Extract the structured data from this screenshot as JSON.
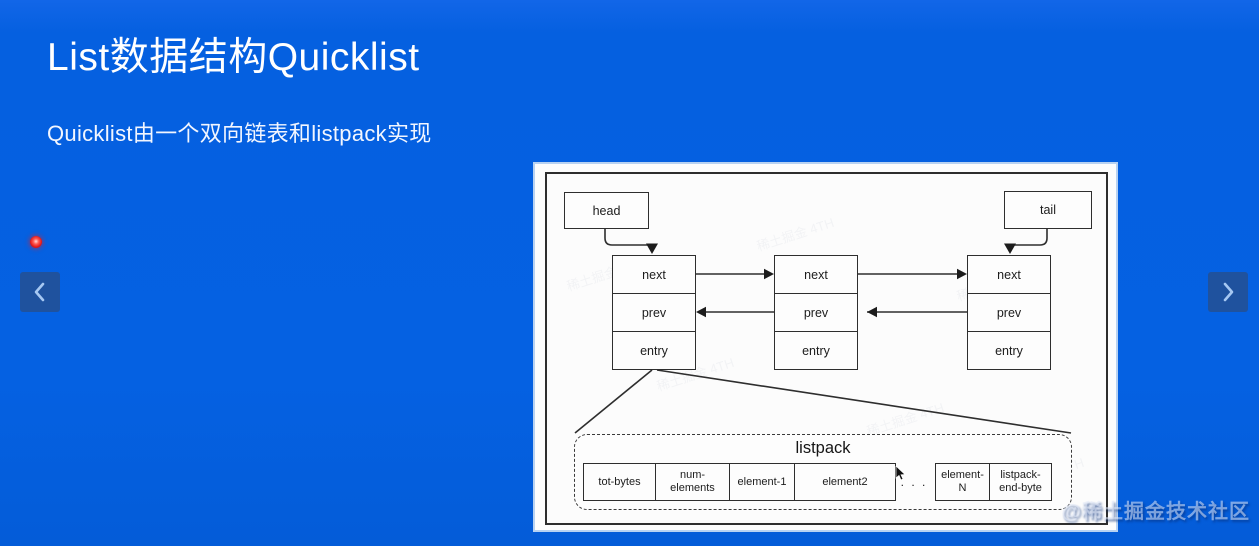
{
  "slide": {
    "title": "List数据结构Quicklist",
    "subtitle": "Quicklist由一个双向链表和listpack实现"
  },
  "nav": {
    "prev_icon": "chevron-left",
    "next_icon": "chevron-right"
  },
  "indicators": {
    "red_dot": "red-dot",
    "mouse_cursor": "mouse-pointer"
  },
  "diagram": {
    "head_label": "head",
    "tail_label": "tail",
    "node_fields": [
      "next",
      "prev",
      "entry"
    ],
    "listpack": {
      "title": "listpack",
      "cells_left": [
        "tot-bytes",
        "num-elements",
        "element-1",
        "element2"
      ],
      "dots": ". . .",
      "cells_right": [
        "element-N",
        "listpack-end-byte"
      ]
    }
  },
  "watermark": "@稀土掘金技术社区",
  "colors": {
    "background": "#0561e2",
    "panel": "#fdfdfd",
    "line": "#2e2e2e",
    "nav_button": "#2a4c84",
    "red_dot": "#e11414"
  }
}
